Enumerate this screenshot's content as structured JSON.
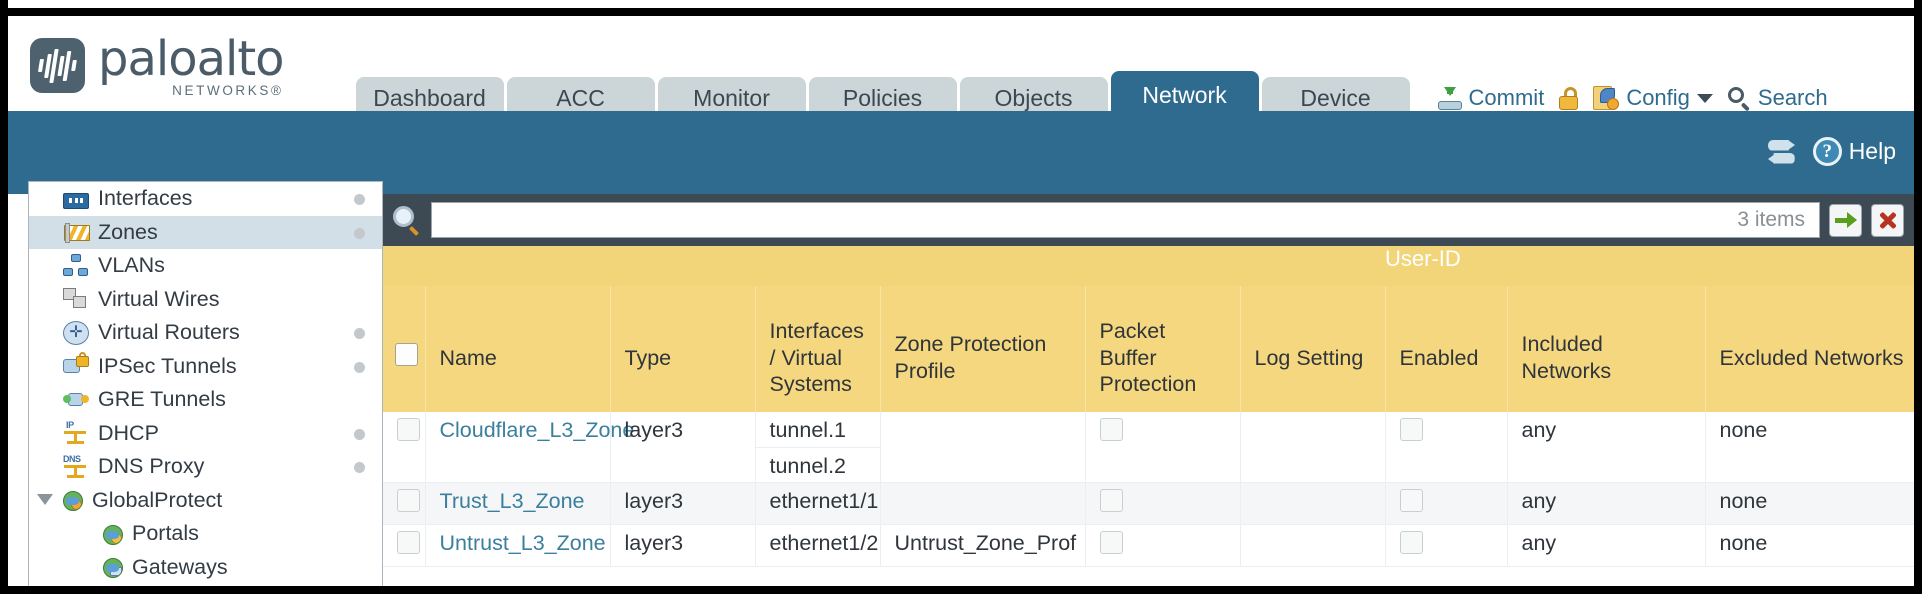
{
  "brand": {
    "name": "paloalto",
    "sub": "NETWORKS®"
  },
  "nav_tabs": [
    {
      "label": "Dashboard",
      "active": false
    },
    {
      "label": "ACC",
      "active": false
    },
    {
      "label": "Monitor",
      "active": false
    },
    {
      "label": "Policies",
      "active": false
    },
    {
      "label": "Objects",
      "active": false
    },
    {
      "label": "Network",
      "active": true
    },
    {
      "label": "Device",
      "active": false
    }
  ],
  "header_actions": {
    "commit": "Commit",
    "lock_icon": "lock-icon",
    "config": "Config",
    "config_caret": "chevron-down-icon",
    "search": "Search"
  },
  "blue_bar": {
    "refresh_icon": "refresh-icon",
    "help": "Help"
  },
  "sidebar": {
    "items": [
      {
        "label": "Interfaces",
        "icon": "interfaces-icon",
        "selected": false,
        "dot": true,
        "child": false,
        "expander": false
      },
      {
        "label": "Zones",
        "icon": "zones-icon",
        "selected": true,
        "dot": true,
        "child": false,
        "expander": false
      },
      {
        "label": "VLANs",
        "icon": "vlans-icon",
        "selected": false,
        "dot": false,
        "child": false,
        "expander": false
      },
      {
        "label": "Virtual Wires",
        "icon": "virtual-wires-icon",
        "selected": false,
        "dot": false,
        "child": false,
        "expander": false
      },
      {
        "label": "Virtual Routers",
        "icon": "virtual-routers-icon",
        "selected": false,
        "dot": true,
        "child": false,
        "expander": false
      },
      {
        "label": "IPSec Tunnels",
        "icon": "ipsec-tunnels-icon",
        "selected": false,
        "dot": true,
        "child": false,
        "expander": false
      },
      {
        "label": "GRE Tunnels",
        "icon": "gre-tunnels-icon",
        "selected": false,
        "dot": false,
        "child": false,
        "expander": false
      },
      {
        "label": "DHCP",
        "icon": "dhcp-icon",
        "selected": false,
        "dot": true,
        "child": false,
        "expander": false
      },
      {
        "label": "DNS Proxy",
        "icon": "dns-proxy-icon",
        "selected": false,
        "dot": true,
        "child": false,
        "expander": false
      },
      {
        "label": "GlobalProtect",
        "icon": "globalprotect-icon",
        "selected": false,
        "dot": false,
        "child": false,
        "expander": true
      },
      {
        "label": "Portals",
        "icon": "portals-icon",
        "selected": false,
        "dot": false,
        "child": true,
        "expander": false
      },
      {
        "label": "Gateways",
        "icon": "gateways-icon",
        "selected": false,
        "dot": false,
        "child": true,
        "expander": false
      }
    ]
  },
  "toolbar": {
    "search_icon": "magnifier-icon",
    "search_value": "",
    "search_placeholder": "",
    "item_count": "3 items",
    "apply_icon": "apply-filter-arrow-icon",
    "clear_icon": "clear-filter-x-icon"
  },
  "table": {
    "group_header": "User-ID",
    "columns": [
      "Name",
      "Type",
      "Interfaces / Virtual Systems",
      "Zone Protection Profile",
      "Packet Buffer Protection",
      "Log Setting",
      "Enabled",
      "Included Networks",
      "Excluded Networks"
    ],
    "select_all_checkbox": "select-all-checkbox",
    "rows": [
      {
        "selected": false,
        "name": "Cloudflare_L3_Zone",
        "type": "layer3",
        "interfaces": [
          "tunnel.1",
          "tunnel.2"
        ],
        "zone_protection_profile": "",
        "packet_buffer_protection": false,
        "log_setting": "",
        "userid_enabled": false,
        "included_networks": "any",
        "excluded_networks": "none"
      },
      {
        "selected": false,
        "name": "Trust_L3_Zone",
        "type": "layer3",
        "interfaces": [
          "ethernet1/1"
        ],
        "zone_protection_profile": "",
        "packet_buffer_protection": false,
        "log_setting": "",
        "userid_enabled": false,
        "included_networks": "any",
        "excluded_networks": "none"
      },
      {
        "selected": false,
        "name": "Untrust_L3_Zone",
        "type": "layer3",
        "interfaces": [
          "ethernet1/2"
        ],
        "zone_protection_profile": "Untrust_Zone_Prof",
        "packet_buffer_protection": false,
        "log_setting": "",
        "userid_enabled": false,
        "included_networks": "any",
        "excluded_networks": "none"
      }
    ]
  },
  "colors": {
    "brand_blue": "#2f6b8f",
    "tab_gray": "#ccd5d8",
    "table_header": "#f5d77f",
    "userid_header": "#dfb038",
    "toolbar_dark": "#3d4a54",
    "link": "#3b7f9e"
  }
}
